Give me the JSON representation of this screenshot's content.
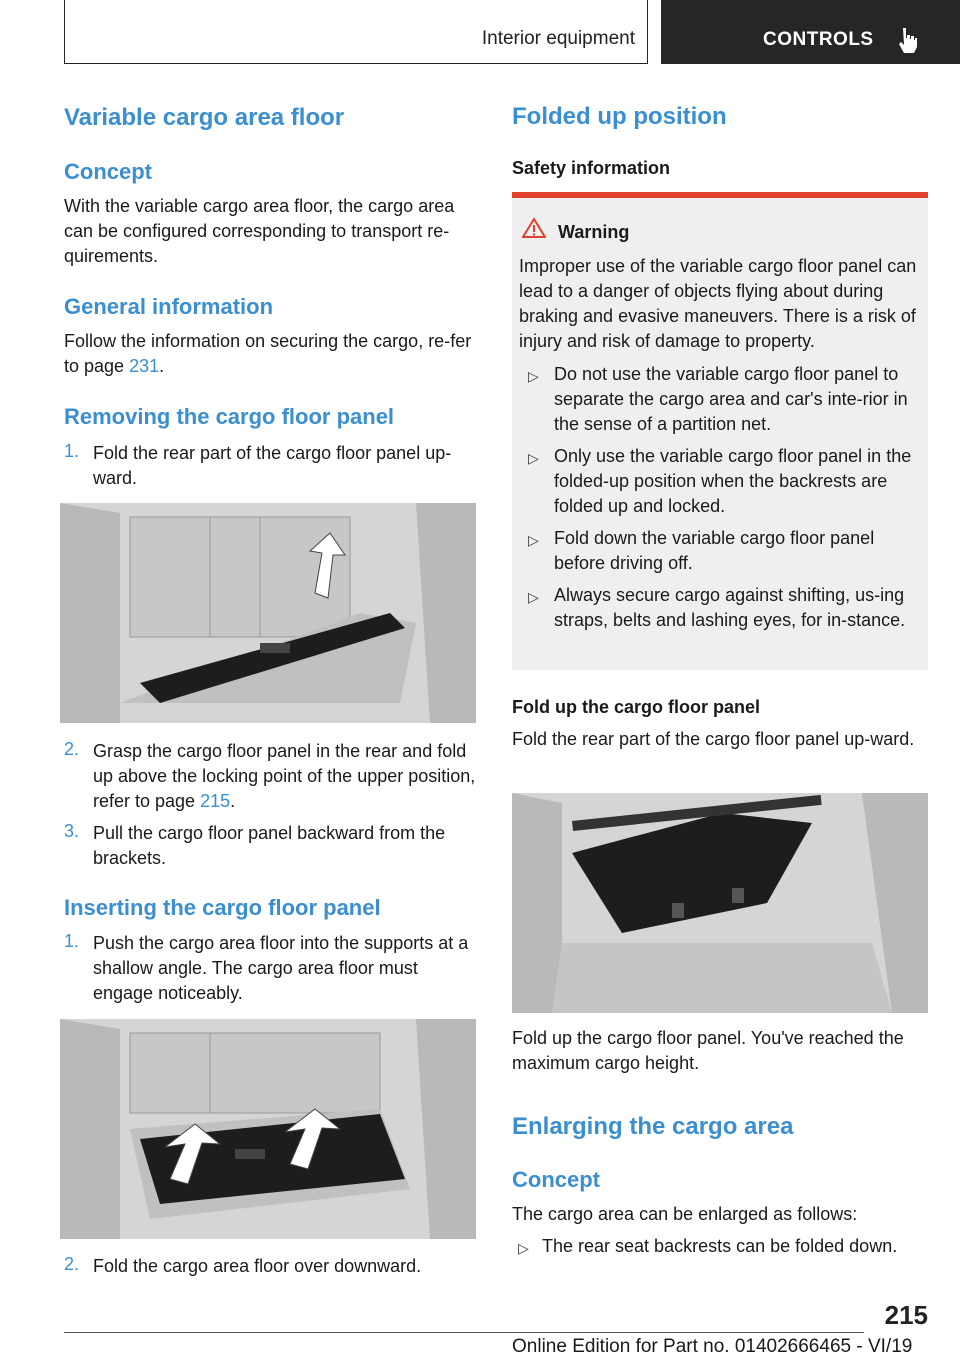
{
  "header": {
    "section": "Interior equipment",
    "chapter": "CONTROLS"
  },
  "left": {
    "title": "Variable cargo area floor",
    "concept_heading": "Concept",
    "concept_text": "With the variable cargo area floor, the cargo area can be configured corresponding to transport re‐quirements.",
    "general_heading": "General information",
    "general_text": "Follow the information on securing the cargo, re‐fer to page ",
    "general_link": "231",
    "general_end": ".",
    "removing_heading": "Removing the cargo floor panel",
    "removing_steps": [
      {
        "num": "1.",
        "text": "Fold the rear part of the cargo floor panel up‐ward."
      },
      {
        "num": "2.",
        "text": "Grasp the cargo floor panel in the rear and fold up above the locking point of the upper position, refer to page ",
        "link": "215",
        "end": "."
      },
      {
        "num": "3.",
        "text": "Pull the cargo floor panel backward from the brackets."
      }
    ],
    "inserting_heading": "Inserting the cargo floor panel",
    "inserting_steps": [
      {
        "num": "1.",
        "text": "Push the cargo area floor into the supports at a shallow angle. The cargo area floor must engage noticeably."
      },
      {
        "num": "2.",
        "text": "Fold the cargo area floor over downward."
      }
    ]
  },
  "right": {
    "title": "Folded up position",
    "safety_heading": "Safety information",
    "warning": {
      "label": "Warning",
      "text": "Improper use of the variable cargo floor panel can lead to a danger of objects flying about during braking and evasive maneuvers. There is a risk of injury and risk of damage to property.",
      "bullets": [
        "Do not use the variable cargo floor panel to separate the cargo area and car's inte‐rior in the sense of a partition net.",
        "Only use the variable cargo floor panel in the folded-up position when the backrests are folded up and locked.",
        "Fold down the variable cargo floor panel before driving off.",
        "Always secure cargo against shifting, us‐ing straps, belts and lashing eyes, for in‐stance."
      ],
      "bullet_symbol": "▷"
    },
    "foldup_heading": "Fold up the cargo floor panel",
    "foldup_text": "Fold the rear part of the cargo floor panel up‐ward.",
    "foldup_caption": "Fold up the cargo floor panel. You've reached the maximum cargo height.",
    "enlarge_heading": "Enlarging the cargo area",
    "concept_heading": "Concept",
    "concept_text": "The cargo area can be enlarged as follows:",
    "concept_bullets": [
      "The rear seat backrests can be folded down."
    ]
  },
  "footer": {
    "page_number": "215",
    "edition": "Online Edition for Part no. 01402666465 - VI/19"
  }
}
